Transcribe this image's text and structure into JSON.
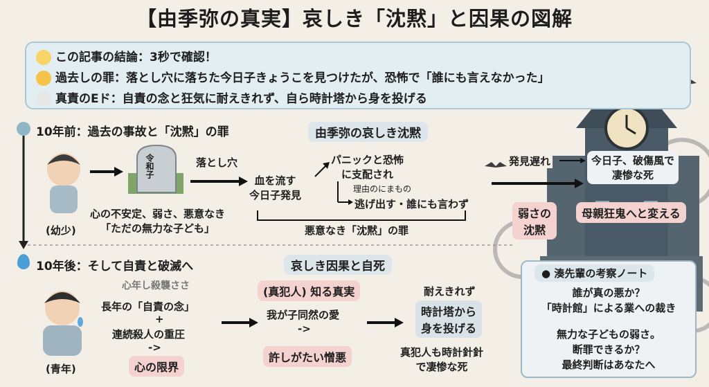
{
  "title": "【由季弥の真実】哀しき「沈黙」と因果の図解",
  "summary": {
    "line1": "この記事の結論：3秒で確認！",
    "line2": "過去しの罪：落とし穴に落ちた今日子きょうこを見つけたが、恐怖で「誰にも言えなかった」",
    "line3": "真責のEド：自責の念と狂気に耐えきれず、自ら時計塔から身を投げる"
  },
  "past": {
    "heading": "10年前：過去の事故と「沈黙」の罪",
    "subtitle": "由季弥の哀しき沈黙",
    "gravestone": "令和子",
    "pitfall": "落とし穴",
    "bleeding": "血を流す\n今日子発見",
    "panic": "パニックと恐怖\nに支配され",
    "reason": "理由のにまもの",
    "flee": "逃げ出す・誰にも言わず",
    "instability": "心の不安定、弱さ、悪意なき\n「ただの無力な子ども」",
    "child_label": "(幼少)",
    "silence_sin": "悪意なき「沈黙」の罪",
    "late_discovery": "発見遅れ",
    "kyoko_dead": "今日子、破傷風で\n凄惨な死",
    "weak_silence": "弱さの\n沈黙",
    "mother_mad": "母親狂鬼へと変える"
  },
  "future": {
    "heading": "10年後：そして自責と破滅へ",
    "subtitle": "哀しき因果と自死",
    "murder_label": "心年し殺襲ささ",
    "guilt": "長年の「自責の念」",
    "plus": "+",
    "serial_pressure": "連続殺人の重圧",
    "arrow_text": "->",
    "limit": "心の限界",
    "youth_label": "(青年)",
    "culprit_truth": "(真犯人) 知る真実",
    "love": "我が子同然の愛",
    "arrow_text2": "->",
    "hatred": "許しがたい憎悪",
    "unbearable": "耐えきれず",
    "jump": "時計塔から\n身を投げる",
    "culprit_dead": "真犯人も時計針針\nで凄惨な死"
  },
  "note": {
    "title": "湊先輩の考察ノート",
    "q1": "誰が真の悪か？",
    "q2": "「時計館」による業への裁き",
    "q3": "無力な子どもの弱さ。",
    "q4": "断罪できるか？",
    "q5": "最終判断はあなたへ"
  },
  "colors": {
    "accent_blue": "#8fb6c6",
    "accent_red": "#f3d2cf",
    "background": "#f4efe6"
  }
}
